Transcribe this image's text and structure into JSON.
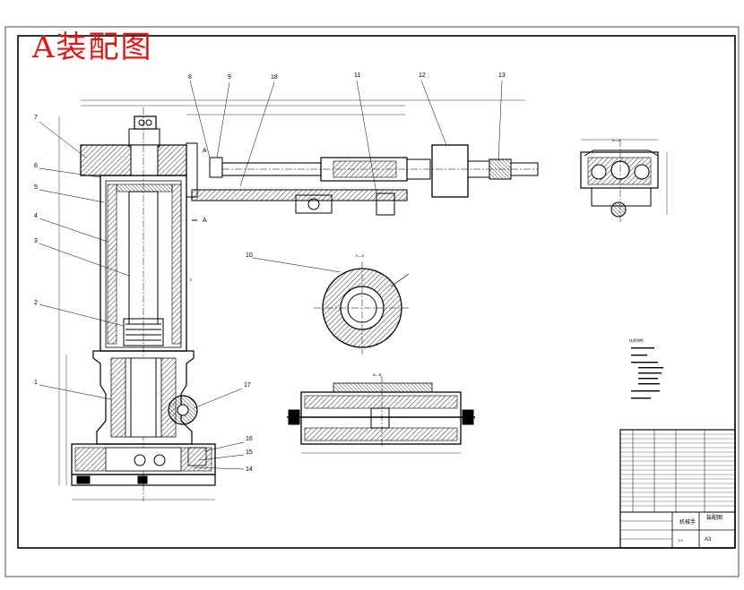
{
  "title": "A装配图",
  "callouts": {
    "c1": "1",
    "c2": "2",
    "c3": "3",
    "c4": "4",
    "c5": "5",
    "c6": "6",
    "c7": "7",
    "c8": "8",
    "c9": "9",
    "c10": "10",
    "c11": "11",
    "c12": "12",
    "c13": "13",
    "c14": "14",
    "c15": "15",
    "c16": "16",
    "c17": "17",
    "c18": "18"
  },
  "views": {
    "section_aa": "A—A",
    "section_bb": "B—B",
    "section_ee": "E—E",
    "mark_a_top": "A",
    "mark_a_bottom": "A",
    "mark_e": "E"
  },
  "tech_notes": {
    "heading": "技术特性"
  },
  "title_block": {
    "name": "机械手",
    "assembly": "装配图",
    "scale": "1:5",
    "code": "A3"
  }
}
